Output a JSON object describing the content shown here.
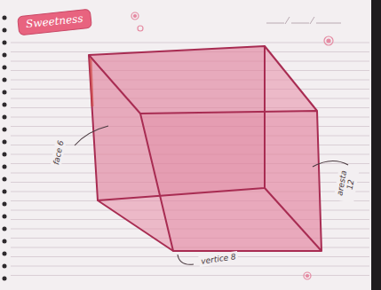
{
  "diagram": {
    "labels": [
      "Sweetness",
      "face 6",
      "aresta 12",
      "vertice 8"
    ]
  }
}
